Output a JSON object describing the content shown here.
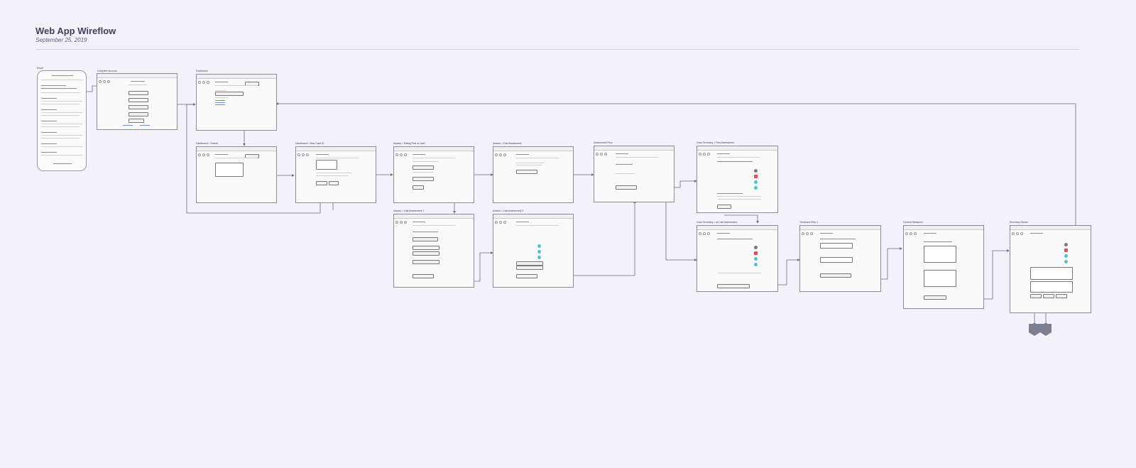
{
  "header": {
    "title": "Web App Wireflow",
    "date": "September 25, 2019"
  },
  "screens": [
    {
      "id": "email",
      "label": "Email"
    },
    {
      "id": "complete-account",
      "label": "Complete Account"
    },
    {
      "id": "dashboard",
      "label": "Dashboard"
    },
    {
      "id": "dashboard-search",
      "label": "Dashboard > Search"
    },
    {
      "id": "new-case",
      "label": "Dashboard > New Case ID"
    },
    {
      "id": "assess-first-or-last",
      "label": "Assess > Rating First or Last?"
    },
    {
      "id": "assess-first",
      "label": "Assess > First Assessment"
    },
    {
      "id": "assessment-flow",
      "label": "Assessment Flow"
    },
    {
      "id": "case-summary-first",
      "label": "Case Summary > First Assessment"
    },
    {
      "id": "last-assessment-1",
      "label": "Assess > Last Assessment 1"
    },
    {
      "id": "last-assessment-2",
      "label": "Assess > Last Assessment 2"
    },
    {
      "id": "case-summary-last",
      "label": "Case Summary > w/ Last Assessment"
    },
    {
      "id": "treatment-plan",
      "label": "Treatment Plan 1"
    },
    {
      "id": "comfort-measures",
      "label": "Comfort Measures"
    },
    {
      "id": "summary-screen",
      "label": "Summary Screen"
    }
  ],
  "colors": {
    "background": "#f3f1fa",
    "frame_border": "#8c8c96",
    "connector": "#6b6d83",
    "status_teal": "#4fc3c9",
    "status_red": "#e0505c",
    "status_grey": "#7a7a7a"
  }
}
